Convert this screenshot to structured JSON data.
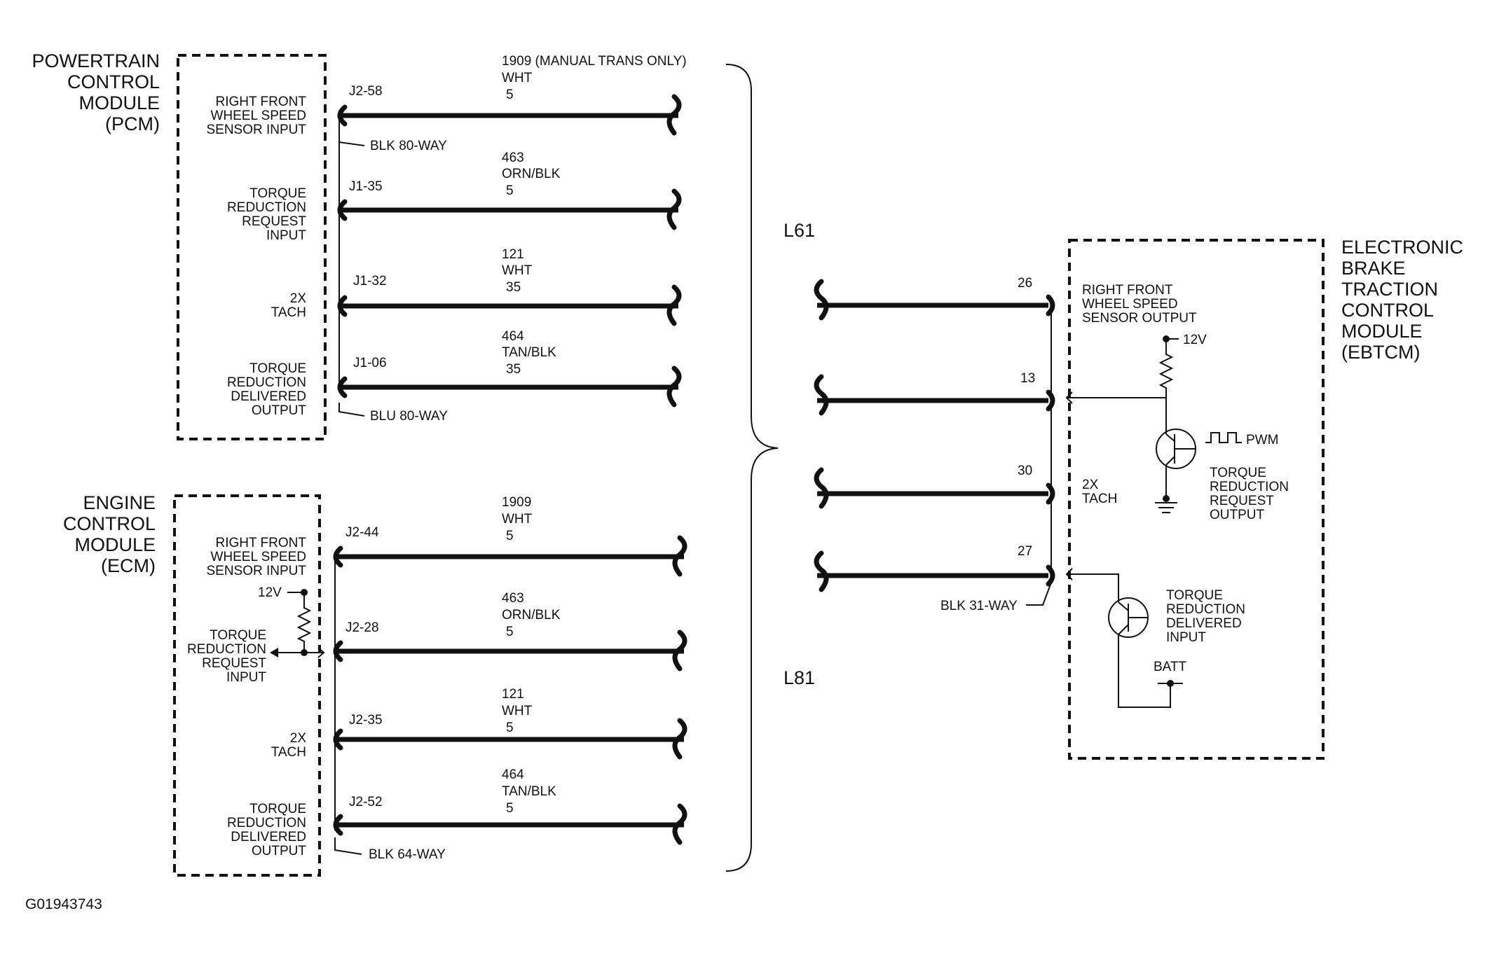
{
  "pcm": {
    "title": [
      "POWERTRAIN",
      "CONTROL",
      "MODULE",
      "(PCM)"
    ],
    "signals": [
      {
        "lines": [
          "RIGHT FRONT",
          "WHEEL SPEED",
          "SENSOR INPUT"
        ],
        "pin": "J2-58",
        "circuit": "1909 (MANUAL TRANS ONLY)",
        "color": "WHT",
        "gauge": "5"
      },
      {
        "lines": [
          "TORQUE",
          "REDUCTION",
          "REQUEST",
          "INPUT"
        ],
        "pin": "J1-35",
        "circuit": "463",
        "color": "ORN/BLK",
        "gauge": "5"
      },
      {
        "lines": [
          "2X",
          "TACH"
        ],
        "pin": "J1-32",
        "circuit": "121",
        "color": "WHT",
        "gauge": "35"
      },
      {
        "lines": [
          "TORQUE",
          "REDUCTION",
          "DELIVERED",
          "OUTPUT"
        ],
        "pin": "J1-06",
        "circuit": "464",
        "color": "TAN/BLK",
        "gauge": "35"
      }
    ],
    "connector_top": "BLK 80-WAY",
    "connector_bottom": "BLU 80-WAY"
  },
  "ecm": {
    "title": [
      "ENGINE",
      "CONTROL",
      "MODULE",
      "(ECM)"
    ],
    "signals": [
      {
        "lines": [
          "RIGHT FRONT",
          "WHEEL SPEED",
          "SENSOR INPUT"
        ],
        "pin": "J2-44",
        "circuit": "1909",
        "color": "WHT",
        "gauge": "5"
      },
      {
        "lines": [
          "TORQUE",
          "REDUCTION",
          "REQUEST",
          "INPUT"
        ],
        "pin": "J2-28",
        "circuit": "463",
        "color": "ORN/BLK",
        "gauge": "5"
      },
      {
        "lines": [
          "2X",
          "TACH"
        ],
        "pin": "J2-35",
        "circuit": "121",
        "color": "WHT",
        "gauge": "5"
      },
      {
        "lines": [
          "TORQUE",
          "REDUCTION",
          "DELIVERED",
          "OUTPUT"
        ],
        "pin": "J2-52",
        "circuit": "464",
        "color": "TAN/BLK",
        "gauge": "5"
      }
    ],
    "pullup_voltage": "12V",
    "connector_bottom": "BLK 64-WAY"
  },
  "options": {
    "upper": "L61",
    "lower": "L81"
  },
  "ebtcm": {
    "title": [
      "ELECTRONIC",
      "BRAKE",
      "TRACTION",
      "CONTROL",
      "MODULE",
      "(EBTCM)"
    ],
    "pins": [
      "26",
      "13",
      "30",
      "27"
    ],
    "wss_output": [
      "RIGHT FRONT",
      "WHEEL SPEED",
      "SENSOR OUTPUT"
    ],
    "pullup_voltage": "12V",
    "pwm": "PWM",
    "request_output": [
      "TORQUE",
      "REDUCTION",
      "REQUEST",
      "OUTPUT"
    ],
    "tach": [
      "2X",
      "TACH"
    ],
    "delivered_input": [
      "TORQUE",
      "REDUCTION",
      "DELIVERED",
      "INPUT"
    ],
    "batt": "BATT",
    "connector": "BLK 31-WAY"
  },
  "figure_id": "G01943743"
}
